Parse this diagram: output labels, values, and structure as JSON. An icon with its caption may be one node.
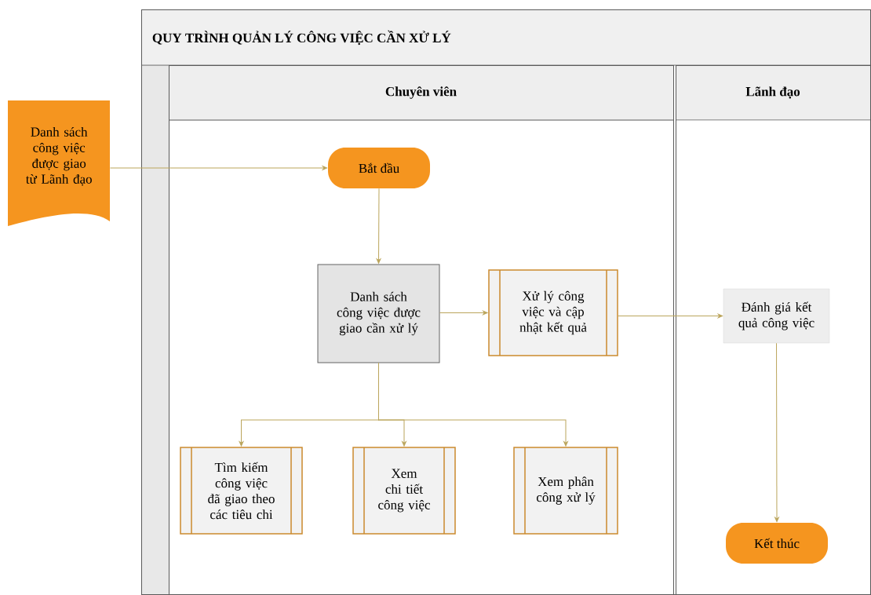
{
  "diagram": {
    "nodes": [
      {
        "text": [
          "QUY TRÌNH QUẢN LÝ CÔNG VIỆC CẦN XỬ LÝ"
        ]
      },
      {
        "text": [
          "Chuyên viên"
        ],
        "in": 0
      },
      {
        "text": [
          "Lãnh đạo"
        ],
        "in": 0
      },
      {
        "text": [
          "Danh sách công việc được giao từ Lãnh đạo"
        ]
      },
      {
        "text": [
          "Bắt đầu"
        ],
        "in": 1
      },
      {
        "text": [
          "Danh sách công việc được giao cần xử lý"
        ],
        "in": 1
      },
      {
        "text": [
          "Xử lý công việc và cập nhật kết quả"
        ],
        "in": 1
      },
      {
        "text": [
          "Đánh giá kết quả công việc"
        ],
        "in": 2
      },
      {
        "text": [
          "Tìm kiếm công việc đã giao theo các tiêu chi"
        ],
        "in": 1
      },
      {
        "text": [
          "Xem chi tiết công việc"
        ],
        "in": 1
      },
      {
        "text": [
          "Xem phân công xử lý"
        ],
        "in": 1
      },
      {
        "text": [
          "Kết thúc"
        ],
        "in": 2
      }
    ],
    "edges": [
      {
        "from": 3,
        "to": 4,
        "arrow": "to"
      },
      {
        "from": 4,
        "to": 5,
        "arrow": "to"
      },
      {
        "from": 5,
        "to": 6,
        "arrow": "to"
      },
      {
        "from": 6,
        "to": 7,
        "arrow": "to"
      },
      {
        "from": 7,
        "to": 11,
        "arrow": "to"
      },
      {
        "from": 5,
        "to": 8,
        "arrow": "to"
      },
      {
        "from": 5,
        "to": 9,
        "arrow": "to"
      },
      {
        "from": 5,
        "to": 10,
        "arrow": "to"
      }
    ]
  }
}
